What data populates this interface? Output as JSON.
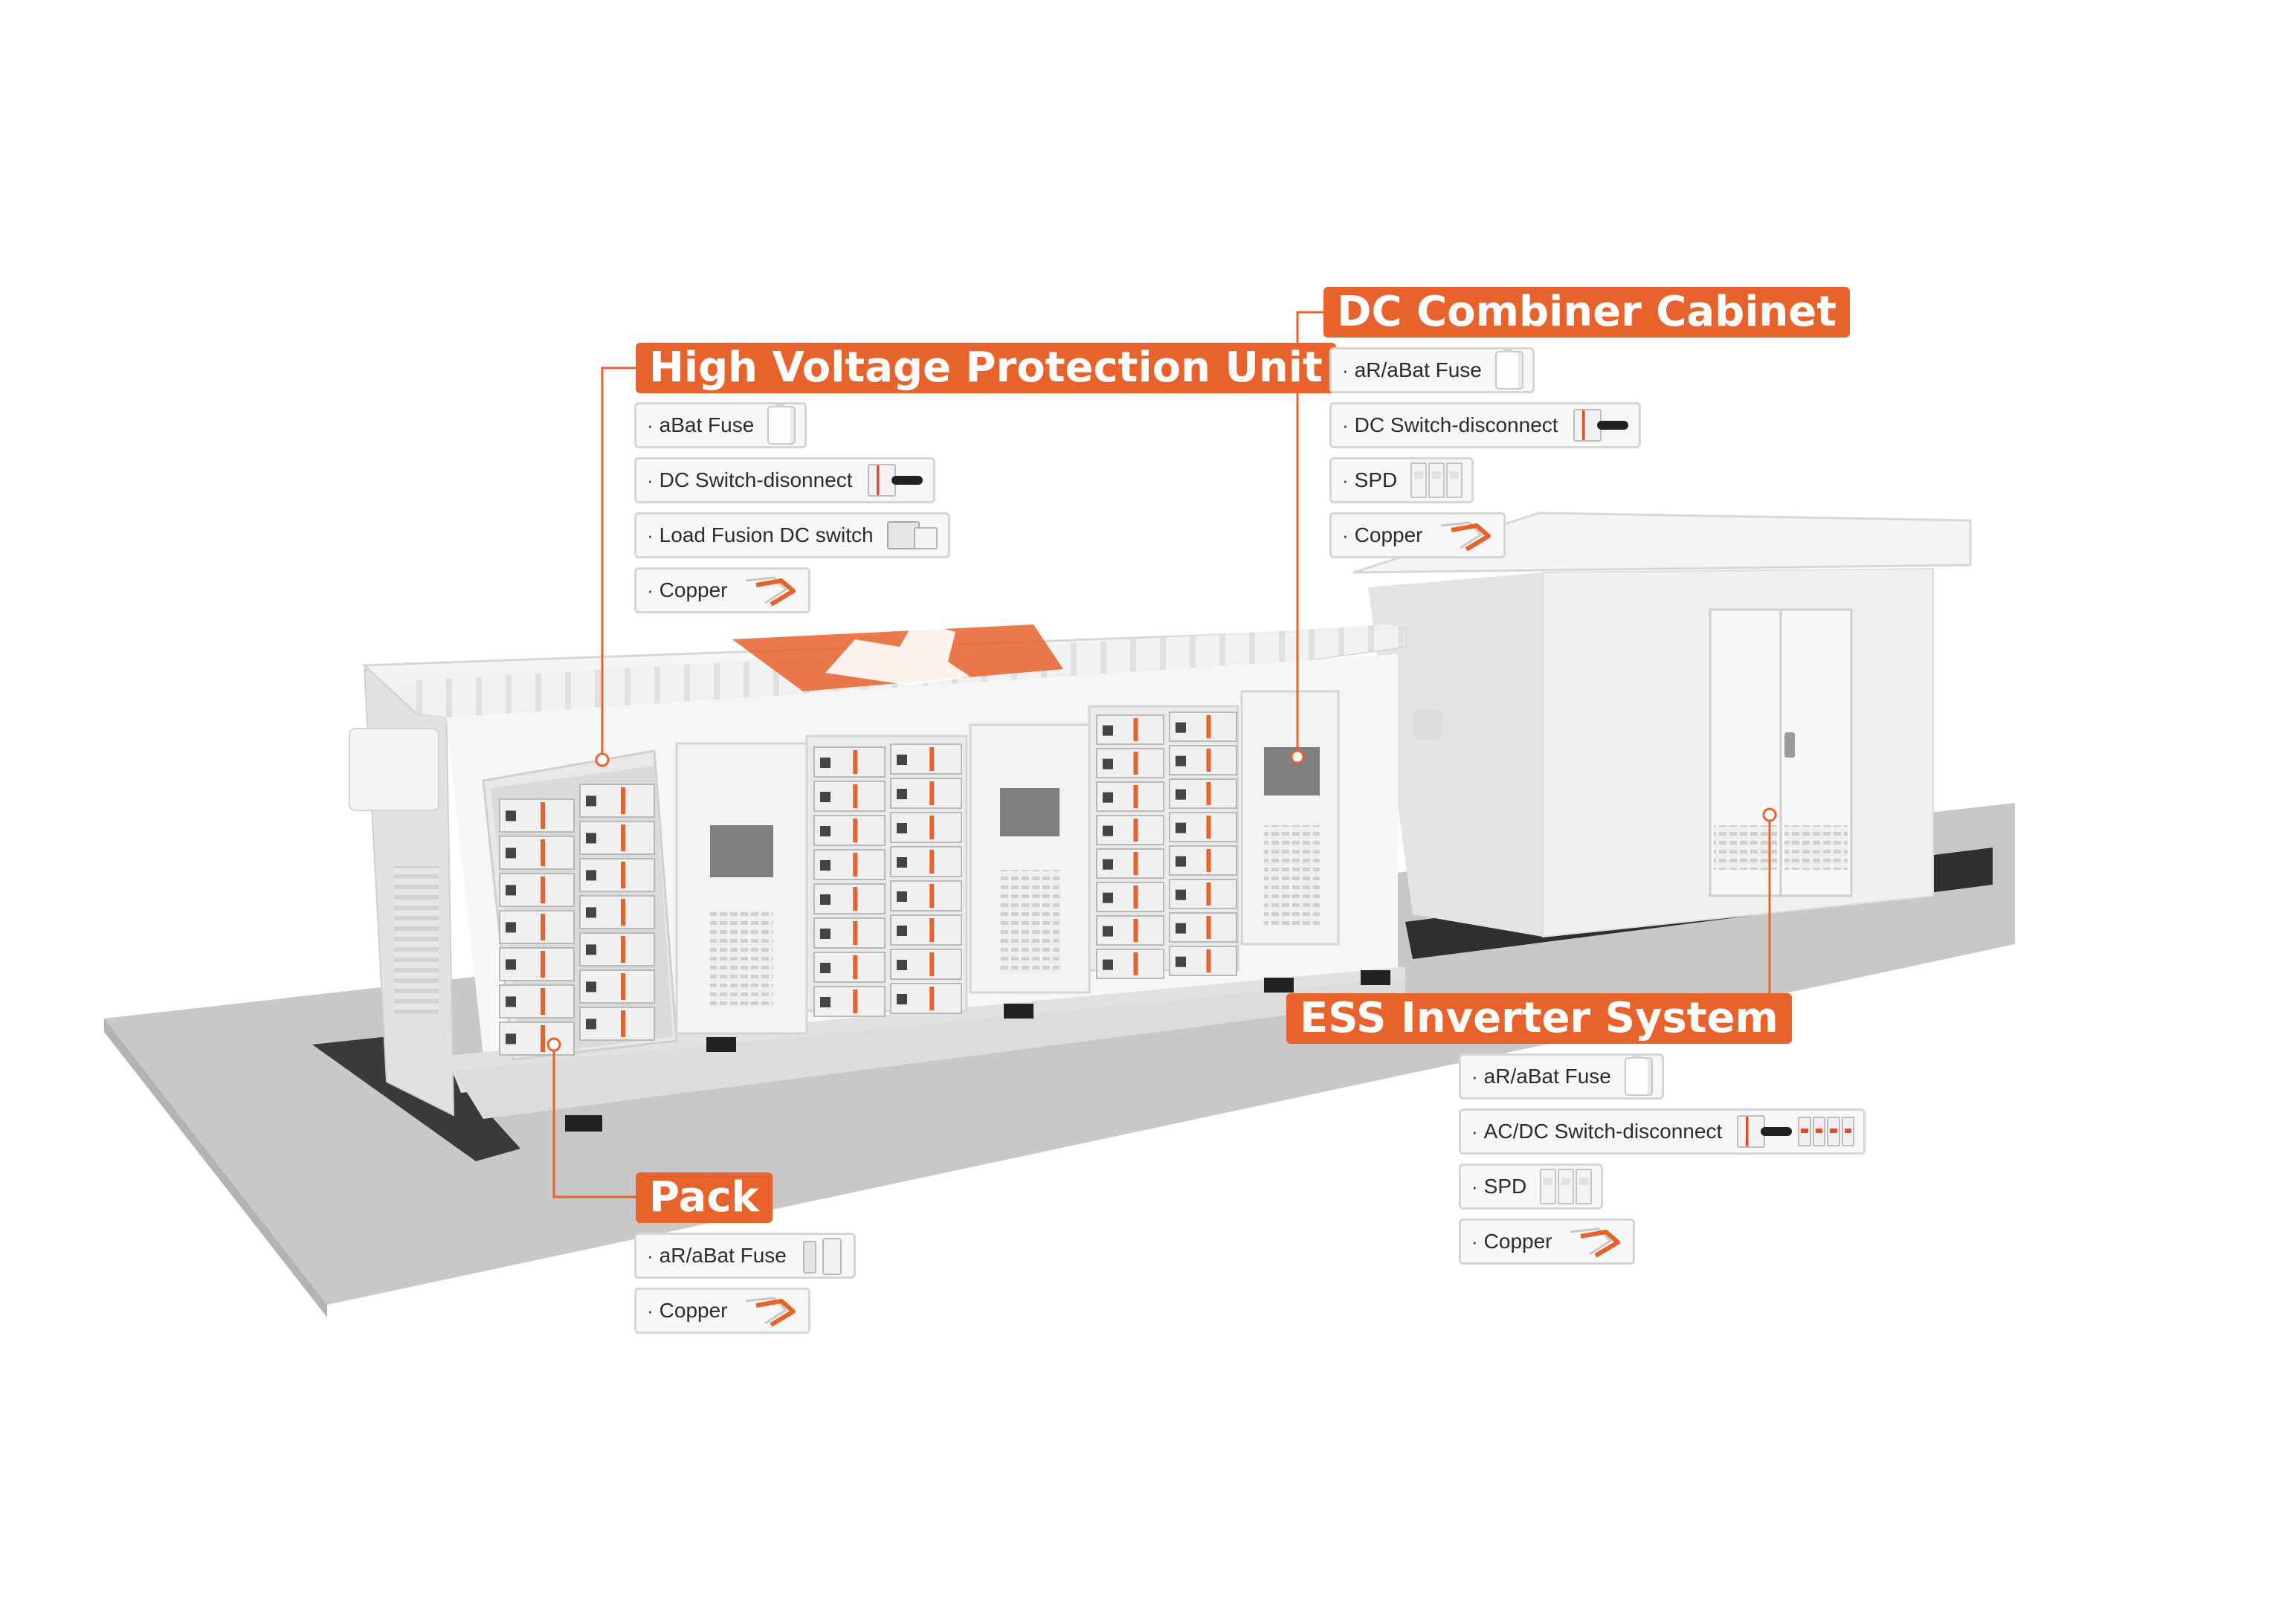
{
  "colors": {
    "accent": "#E8622C",
    "label_box": "#f7f7f7",
    "label_border": "#d6d6d6",
    "ground": "#c8c8c8",
    "container": "#ececec"
  },
  "callouts": {
    "hvpu": {
      "title": "High Voltage Protection Unit",
      "items": [
        {
          "label": "aBat Fuse",
          "icons": [
            "fuse-icon"
          ]
        },
        {
          "label": "DC Switch-disonnect",
          "icons": [
            "dc-switch-icon"
          ]
        },
        {
          "label": "Load Fusion DC switch",
          "icons": [
            "load-fusion-switch-icon"
          ]
        },
        {
          "label": "Copper",
          "icons": [
            "copper-busbar-icon"
          ]
        }
      ]
    },
    "dccc": {
      "title": "DC Combiner Cabinet",
      "items": [
        {
          "label": "aR/aBat Fuse",
          "icons": [
            "fuse-icon"
          ]
        },
        {
          "label": "DC Switch-disconnect",
          "icons": [
            "dc-switch-icon"
          ]
        },
        {
          "label": "SPD",
          "icons": [
            "spd-icon"
          ]
        },
        {
          "label": "Copper",
          "icons": [
            "copper-busbar-icon"
          ]
        }
      ]
    },
    "ess": {
      "title": "ESS Inverter System",
      "items": [
        {
          "label": "aR/aBat Fuse",
          "icons": [
            "fuse-icon"
          ]
        },
        {
          "label": "AC/DC Switch-disconnect",
          "icons": [
            "dc-switch-icon",
            "modular-breaker-icon"
          ]
        },
        {
          "label": "SPD",
          "icons": [
            "spd-icon"
          ]
        },
        {
          "label": "Copper",
          "icons": [
            "copper-busbar-icon"
          ]
        }
      ]
    },
    "pack": {
      "title": "Pack",
      "items": [
        {
          "label": "aR/aBat Fuse",
          "icons": [
            "fuse-holder-icon"
          ]
        },
        {
          "label": "Copper",
          "icons": [
            "copper-busbar-icon"
          ]
        }
      ]
    }
  }
}
